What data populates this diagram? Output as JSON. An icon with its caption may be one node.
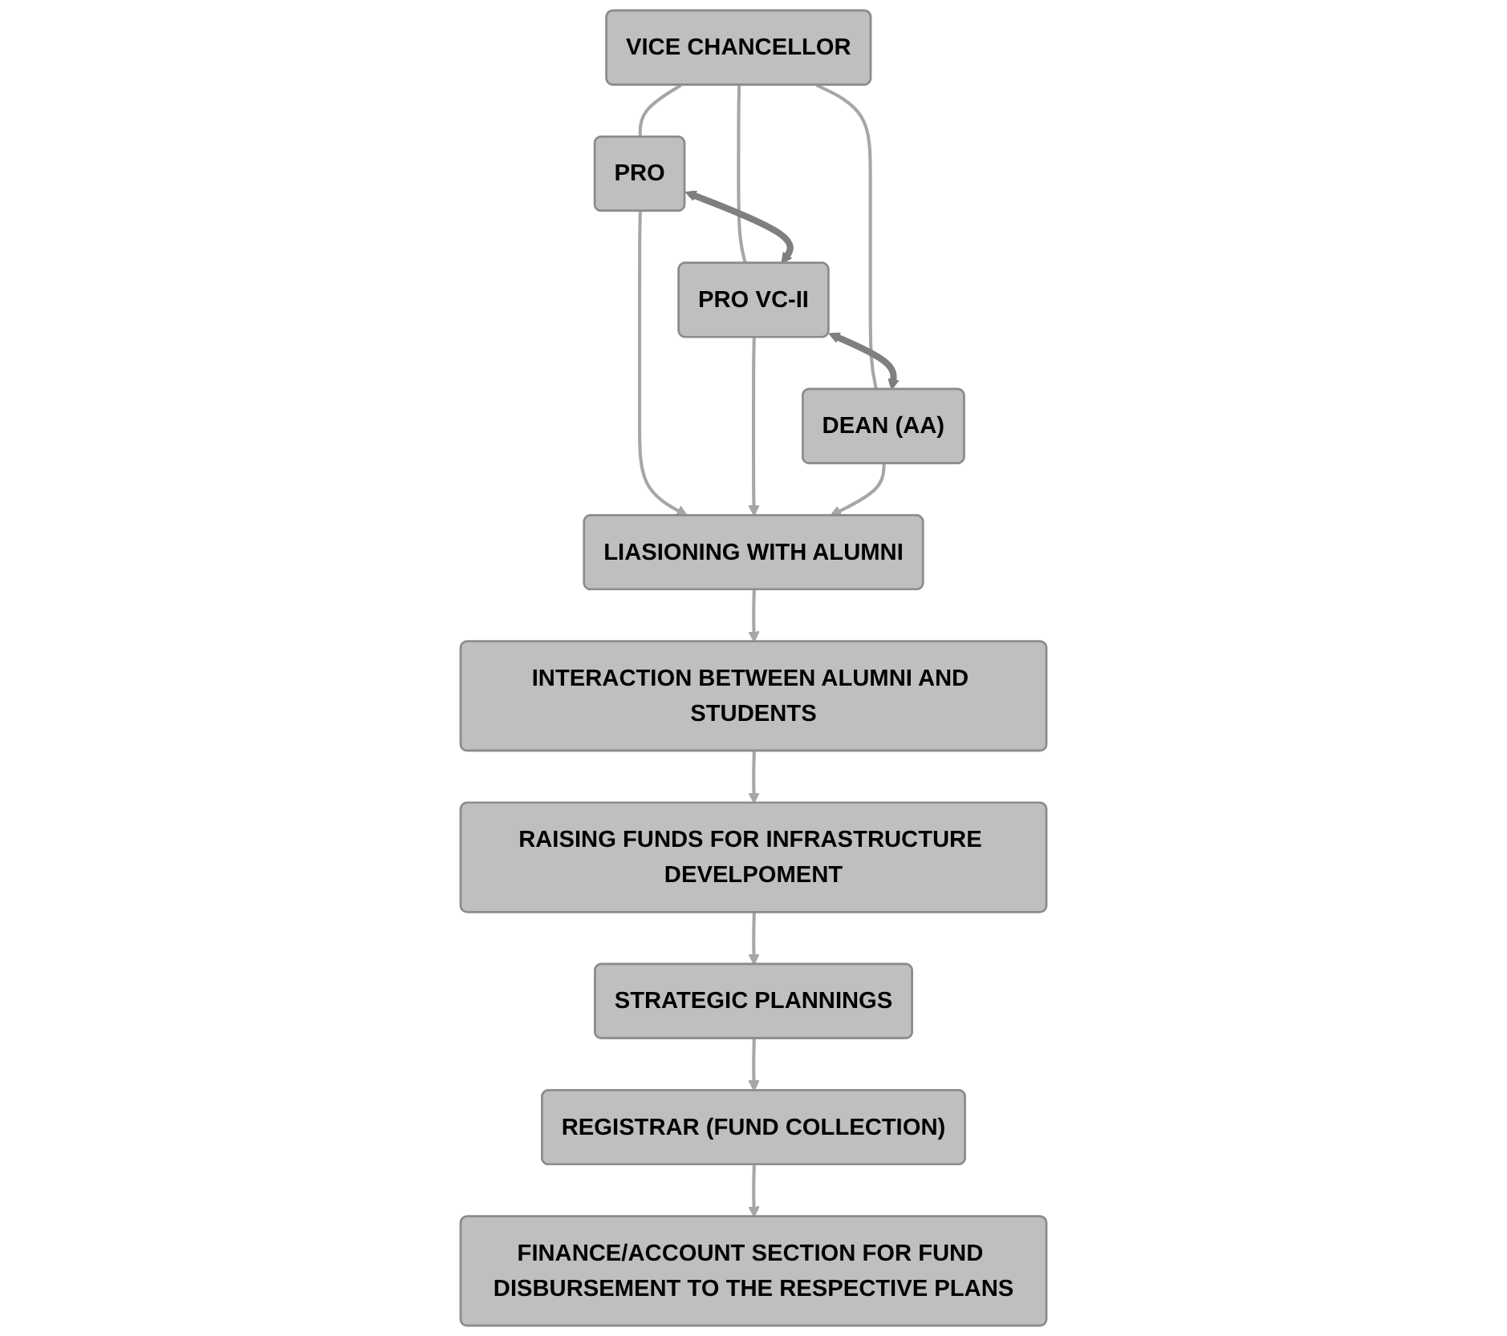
{
  "diagram": {
    "nodes": [
      {
        "text": [
          "VICE CHANCELLOR"
        ]
      },
      {
        "text": [
          "PRO"
        ]
      },
      {
        "text": [
          "PRO VC-II"
        ]
      },
      {
        "text": [
          "DEAN (AA)"
        ]
      },
      {
        "text": [
          "LIASIONING WITH ALUMNI"
        ]
      },
      {
        "text": [
          "INTERACTION BETWEEN ALUMNI AND STUDENTS"
        ]
      },
      {
        "text": [
          "RAISING FUNDS FOR INFRASTRUCTURE DEVELPOMENT"
        ]
      },
      {
        "text": [
          "STRATEGIC PLANNINGS"
        ]
      },
      {
        "text": [
          "REGISTRAR (FUND COLLECTION)"
        ]
      },
      {
        "text": [
          "FINANCE/ACCOUNT SECTION FOR FUND DISBURSEMENT TO THE RESPECTIVE PLANS"
        ]
      }
    ],
    "edges": [
      {
        "from": 0,
        "to": 1,
        "arrow": "none"
      },
      {
        "from": 0,
        "to": 2,
        "arrow": "none"
      },
      {
        "from": 0,
        "to": 3,
        "arrow": "none"
      },
      {
        "from": 1,
        "to": 2,
        "arrow": "both",
        "style": "thick",
        "color": "#7f7f7f"
      },
      {
        "from": 2,
        "to": 3,
        "arrow": "both",
        "style": "thick",
        "color": "#7f7f7f"
      },
      {
        "from": 1,
        "to": 4,
        "arrow": "to"
      },
      {
        "from": 2,
        "to": 4,
        "arrow": "to"
      },
      {
        "from": 3,
        "to": 4,
        "arrow": "to"
      },
      {
        "from": 4,
        "to": 5,
        "arrow": "to"
      },
      {
        "from": 5,
        "to": 6,
        "arrow": "to"
      },
      {
        "from": 6,
        "to": 7,
        "arrow": "to"
      },
      {
        "from": 7,
        "to": 8,
        "arrow": "to"
      },
      {
        "from": 8,
        "to": 9,
        "arrow": "to"
      }
    ]
  }
}
